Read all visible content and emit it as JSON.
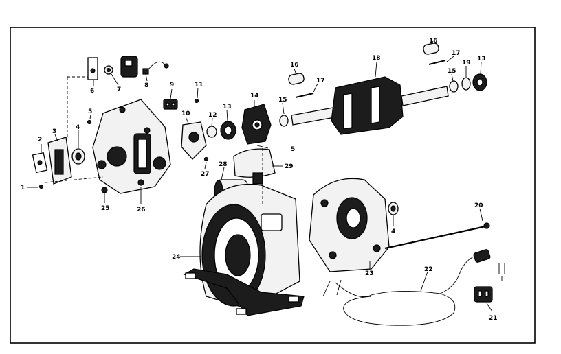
{
  "diagram": {
    "callouts": [
      {
        "id": "c1",
        "text": "1"
      },
      {
        "id": "c2",
        "text": "2"
      },
      {
        "id": "c3",
        "text": "3"
      },
      {
        "id": "c4a",
        "text": "4"
      },
      {
        "id": "c4b",
        "text": "4"
      },
      {
        "id": "c5a",
        "text": "5"
      },
      {
        "id": "c5b",
        "text": "5"
      },
      {
        "id": "c6",
        "text": "6"
      },
      {
        "id": "c7",
        "text": "7"
      },
      {
        "id": "c8",
        "text": "8"
      },
      {
        "id": "c9",
        "text": "9"
      },
      {
        "id": "c10",
        "text": "10"
      },
      {
        "id": "c11",
        "text": "11"
      },
      {
        "id": "c12",
        "text": "12"
      },
      {
        "id": "c13a",
        "text": "13"
      },
      {
        "id": "c13b",
        "text": "13"
      },
      {
        "id": "c14",
        "text": "14"
      },
      {
        "id": "c15a",
        "text": "15"
      },
      {
        "id": "c15b",
        "text": "15"
      },
      {
        "id": "c16a",
        "text": "16"
      },
      {
        "id": "c16b",
        "text": "16"
      },
      {
        "id": "c17a",
        "text": "17"
      },
      {
        "id": "c17b",
        "text": "17"
      },
      {
        "id": "c18",
        "text": "18"
      },
      {
        "id": "c19",
        "text": "19"
      },
      {
        "id": "c20",
        "text": "20"
      },
      {
        "id": "c21",
        "text": "21"
      },
      {
        "id": "c22",
        "text": "22"
      },
      {
        "id": "c23",
        "text": "23"
      },
      {
        "id": "c24",
        "text": "24"
      },
      {
        "id": "c25",
        "text": "25"
      },
      {
        "id": "c26",
        "text": "26"
      },
      {
        "id": "c27",
        "text": "27"
      },
      {
        "id": "c28",
        "text": "28"
      },
      {
        "id": "c29",
        "text": "29"
      }
    ]
  }
}
